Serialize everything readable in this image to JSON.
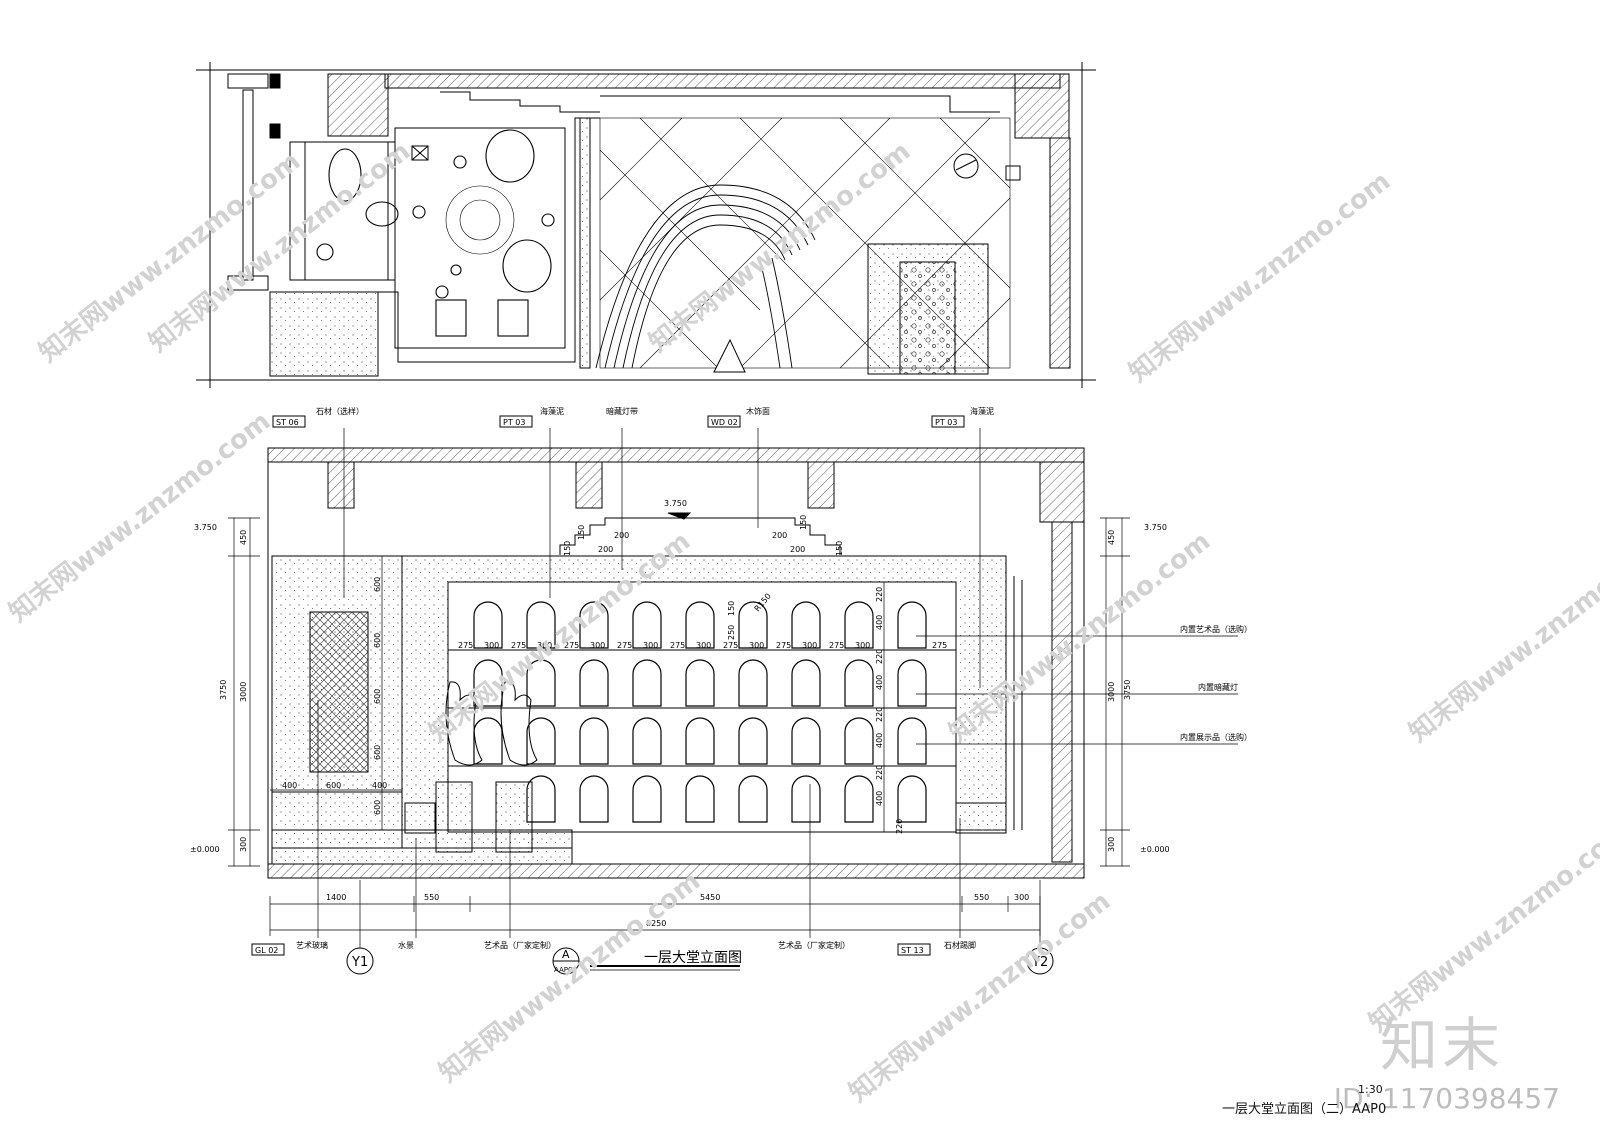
{
  "elevation": {
    "top_tags": [
      {
        "tag": "ST 06",
        "label": "石材（选样）"
      },
      {
        "tag": "PT 03",
        "label": "海藻泥"
      },
      {
        "tag": "",
        "label": "暗藏灯带"
      },
      {
        "tag": "WD 02",
        "label": "木饰面"
      },
      {
        "tag": "PT 03",
        "label": "海藻泥"
      }
    ],
    "bottom_tags": [
      {
        "tag": "GL 02",
        "label": "艺术玻璃"
      },
      {
        "tag": "",
        "label": "水景"
      },
      {
        "tag": "",
        "label": "艺术品（厂家定制）"
      },
      {
        "tag": "",
        "label": "艺术品（厂家定制）"
      },
      {
        "tag": "ST 13",
        "label": "石材踢脚"
      }
    ],
    "right_notes": [
      "内置艺术品（选购）",
      "内置暗藏灯",
      "内置展示品（选购）"
    ],
    "levels": {
      "top": "3.750",
      "bottom": "±0.000",
      "ceiling": "3.750"
    },
    "left_dims": {
      "total": "3750",
      "inner": "3000",
      "top": "450",
      "bottom": "300",
      "panel": [
        "600",
        "600",
        "600",
        "600",
        "600"
      ]
    },
    "right_dims": {
      "total": "3750",
      "inner": "3000",
      "top": "450",
      "bottom": "300"
    },
    "cornice_dims": [
      "150",
      "150",
      "200",
      "200",
      "200",
      "200",
      "150",
      "150"
    ],
    "row_dims": [
      "220",
      "400",
      "220",
      "400",
      "220",
      "400",
      "220",
      "400",
      "220"
    ],
    "col_dims": [
      "275",
      "300",
      "275",
      "300",
      "275",
      "300",
      "275",
      "300",
      "275",
      "300",
      "275",
      "300",
      "275",
      "300",
      "275",
      "300",
      "275"
    ],
    "niche_dims": {
      "radius": "R150",
      "a": "250",
      "b": "150"
    },
    "left_bottom_dims": [
      "400",
      "600",
      "400"
    ],
    "bottom_dims": [
      "1400",
      "550",
      "5450",
      "550",
      "300"
    ],
    "overall": "8250",
    "axes": [
      "Y1",
      "Y2"
    ],
    "title": "一层大堂立面图",
    "callout": {
      "letter": "A",
      "sheet": "AAP07"
    }
  },
  "sheet": {
    "title": "一层大堂立面图（二）",
    "scale": "1:30",
    "partial": "AAP0"
  },
  "watermark": {
    "brand": "知末",
    "site": "知末网www.znzmo.com",
    "id": "ID: 1170398457"
  }
}
